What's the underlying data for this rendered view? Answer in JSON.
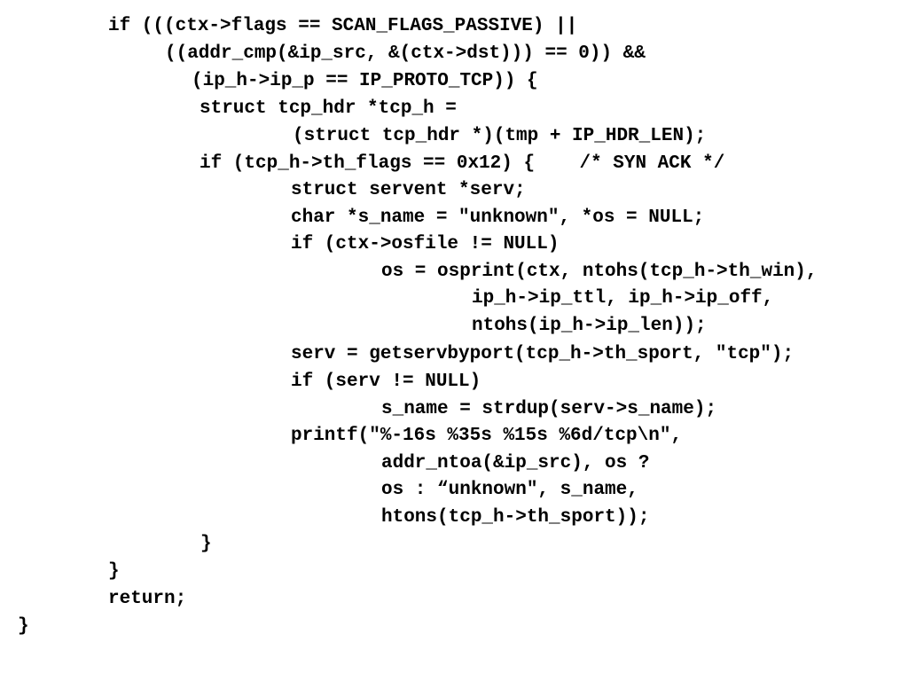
{
  "code": {
    "lines": [
      "if (((ctx->flags == SCAN_FLAGS_PASSIVE) ||",
      "((addr_cmp(&ip_src, &(ctx->dst))) == 0)) &&",
      "(ip_h->ip_p == IP_PROTO_TCP)) {",
      "struct tcp_hdr *tcp_h =",
      "(struct tcp_hdr *)(tmp + IP_HDR_LEN);",
      "if (tcp_h->th_flags == 0x12) {    /* SYN ACK */",
      "struct servent *serv;",
      "char *s_name = \"unknown\", *os = NULL;",
      "if (ctx->osfile != NULL)",
      "os = osprint(ctx, ntohs(tcp_h->th_win),",
      "ip_h->ip_ttl, ip_h->ip_off,",
      "ntohs(ip_h->ip_len));",
      "serv = getservbyport(tcp_h->th_sport, \"tcp\");",
      "if (serv != NULL)",
      "s_name = strdup(serv->s_name);",
      "printf(\"%-16s %35s %15s %6d/tcp\\n\",",
      "addr_ntoa(&ip_src), os ?",
      "os : “unknown\", s_name,",
      "htons(tcp_h->th_sport));",
      "}",
      "}",
      "return;",
      "}"
    ]
  }
}
